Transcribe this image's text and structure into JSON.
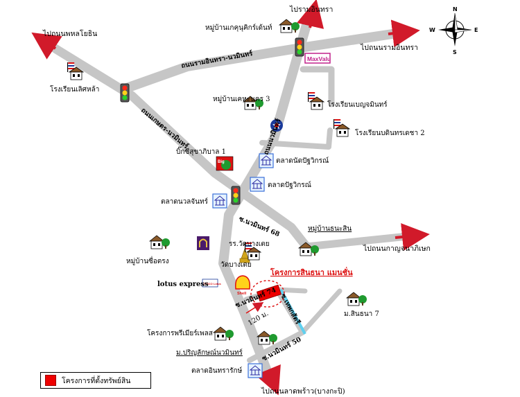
{
  "compass": {
    "n": "N",
    "s": "S",
    "e": "E",
    "w": "W"
  },
  "labels": {
    "to_ram_intra_north": "ไปรามอินทรา",
    "to_phahonyothin": "ไปถนนพหลโยธิน",
    "to_ram_intra_east": "ไปถนนรามอินทรา",
    "to_kanchanaphisek": "ไปถนนกาญจนาภิเษก",
    "to_lat_phrao": "ไปถนนลาดพร้าว(บางกะปิ)",
    "village_kanok": "หมู่บ้านเกคุนุคิกร์เด้นท์",
    "village_khehakorn": "หมู่บ้านเคหะนคร 3",
    "school_lertlah": "โรงเรียนเลิศหล้า",
    "school_benjamin": "โรงเรียนเบญจมินทร์",
    "school_kanin": "โรงเรียนบดินทรเดชา 2",
    "big_c": "บิ๊กซีสุขาภิบาล 1",
    "market_nut": "ตลาดนัดปัฐวิกรณ์",
    "market_pat": "ตลาดปัฐวิกรณ์",
    "market_nuanchan": "ตลาดนวลจันทร์",
    "village_thanasin": "หมู่บ้านธนะสิน",
    "school_wat": "รร.วัดบางเตย",
    "wat_bangtoei": "วัดบางเตย",
    "village_suetrong": "หมู่บ้านซื่อตรง",
    "lotus": "lotus express",
    "project": "โครงการสินธนา แมนชั่น",
    "m_sinthana": "ม.สินธนา 7",
    "premier": "โครงการพรีเมียร์เพลส",
    "m_prinyalak": "ม.ปริญลักษณ์นวมินทร์",
    "market_intharak": "ตลาดอินทรารักษ์",
    "distance": "120 ม."
  },
  "roads": {
    "ram_intra_nawamin": "ถนนรามอินทรา-นวมินทร์",
    "kaset_nawamin": "ถนนเกษตร-นวมินทร์",
    "nawamin": "ถนนนวมินทร์",
    "soi_68": "ซ.นวมินทร์ 68",
    "soi_74": "ซ.นวมินทร์ 74",
    "soi_50": "ซ.นวมินทร์ 50",
    "soi_inner": "ซ.เทพกสัตรี"
  },
  "brands": {
    "maxvalu": "MaxValu",
    "shell": "Shell",
    "tesco": "TESCO Lotus",
    "big": "Big"
  },
  "legend": {
    "label": "โครงการที่ตั้งทรัพย์สิน"
  },
  "colors": {
    "road": "#c6c6c6",
    "arrow": "#d11a2a",
    "project": "#ee0000",
    "water": "#5fd0ef",
    "tree": "#1f9a2f"
  }
}
